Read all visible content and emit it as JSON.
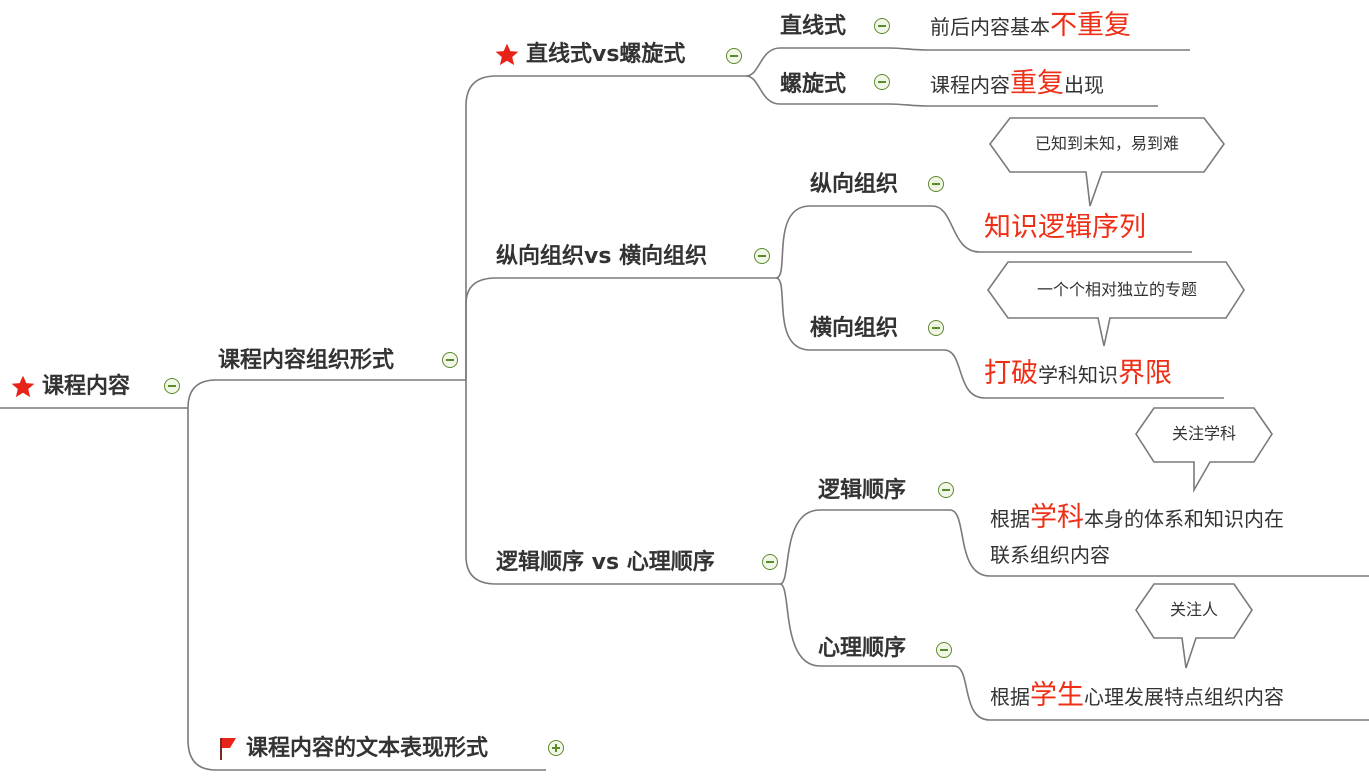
{
  "root": {
    "label": "课程内容"
  },
  "main": {
    "label": "课程内容组织形式"
  },
  "sub1": {
    "label": "直线式vs螺旋式",
    "a": {
      "label": "直线式",
      "desc_pre": "前后内容基本",
      "desc_hl": "不重复"
    },
    "b": {
      "label": "螺旋式",
      "desc_pre": "课程内容",
      "desc_hl": "重复",
      "desc_post": "出现"
    }
  },
  "sub2": {
    "label": "纵向组织vs 横向组织",
    "a": {
      "label": "纵向组织",
      "callout": "已知到未知，易到难",
      "desc": "知识逻辑序列"
    },
    "b": {
      "label": "横向组织",
      "callout": "一个个相对独立的专题",
      "desc_hl1": "打破",
      "desc_mid": "学科知识",
      "desc_hl2": "界限"
    }
  },
  "sub3": {
    "label": "逻辑顺序 vs 心理顺序",
    "a": {
      "label": "逻辑顺序",
      "callout": "关注学科",
      "desc_pre": "根据",
      "desc_hl": "学科",
      "desc_post": "本身的体系和知识内在",
      "desc_line2": "联系组织内容"
    },
    "b": {
      "label": "心理顺序",
      "callout": "关注人",
      "desc_pre": "根据",
      "desc_hl": "学生",
      "desc_post": "心理发展特点组织内容"
    }
  },
  "sub4": {
    "label": "课程内容的文本表现形式"
  },
  "icons": {
    "star": "star-icon",
    "flag": "flag-icon",
    "collapse": "collapse-toggle-icon",
    "expand": "expand-toggle-icon"
  },
  "colors": {
    "highlight": "#ee2f16",
    "line": "#7a7a7a",
    "toggle": "#5e8a2e",
    "callout_bg": "#e8f4fa",
    "callout_border": "#5a9ab8",
    "star": "#e8231a"
  }
}
